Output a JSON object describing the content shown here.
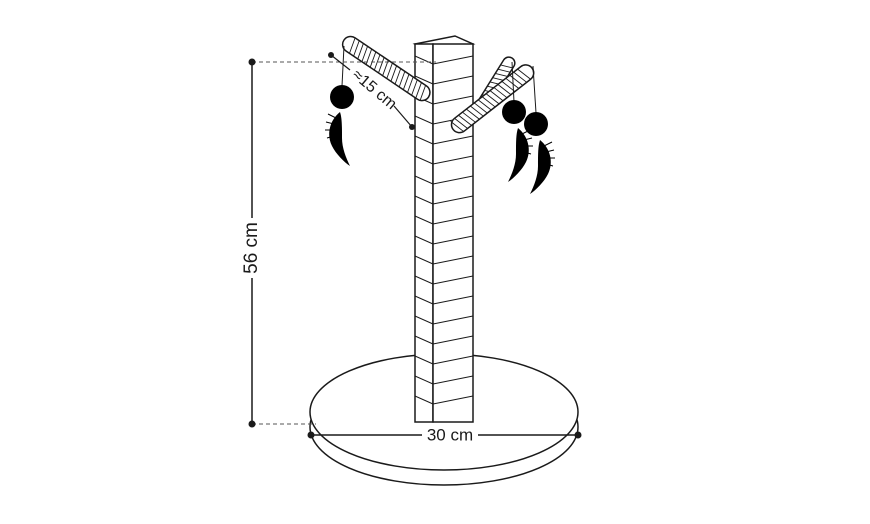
{
  "dimensions": {
    "height_label": "56 cm",
    "base_width_label": "30 cm",
    "branch_length_label": "≈15 cm"
  },
  "colors": {
    "line": "#1a1a1a",
    "fill": "#ffffff",
    "toy": "#000000",
    "dash": "#555555"
  },
  "icons": [
    "scratching-post-icon",
    "ball-toy-icon",
    "feather-icon"
  ]
}
